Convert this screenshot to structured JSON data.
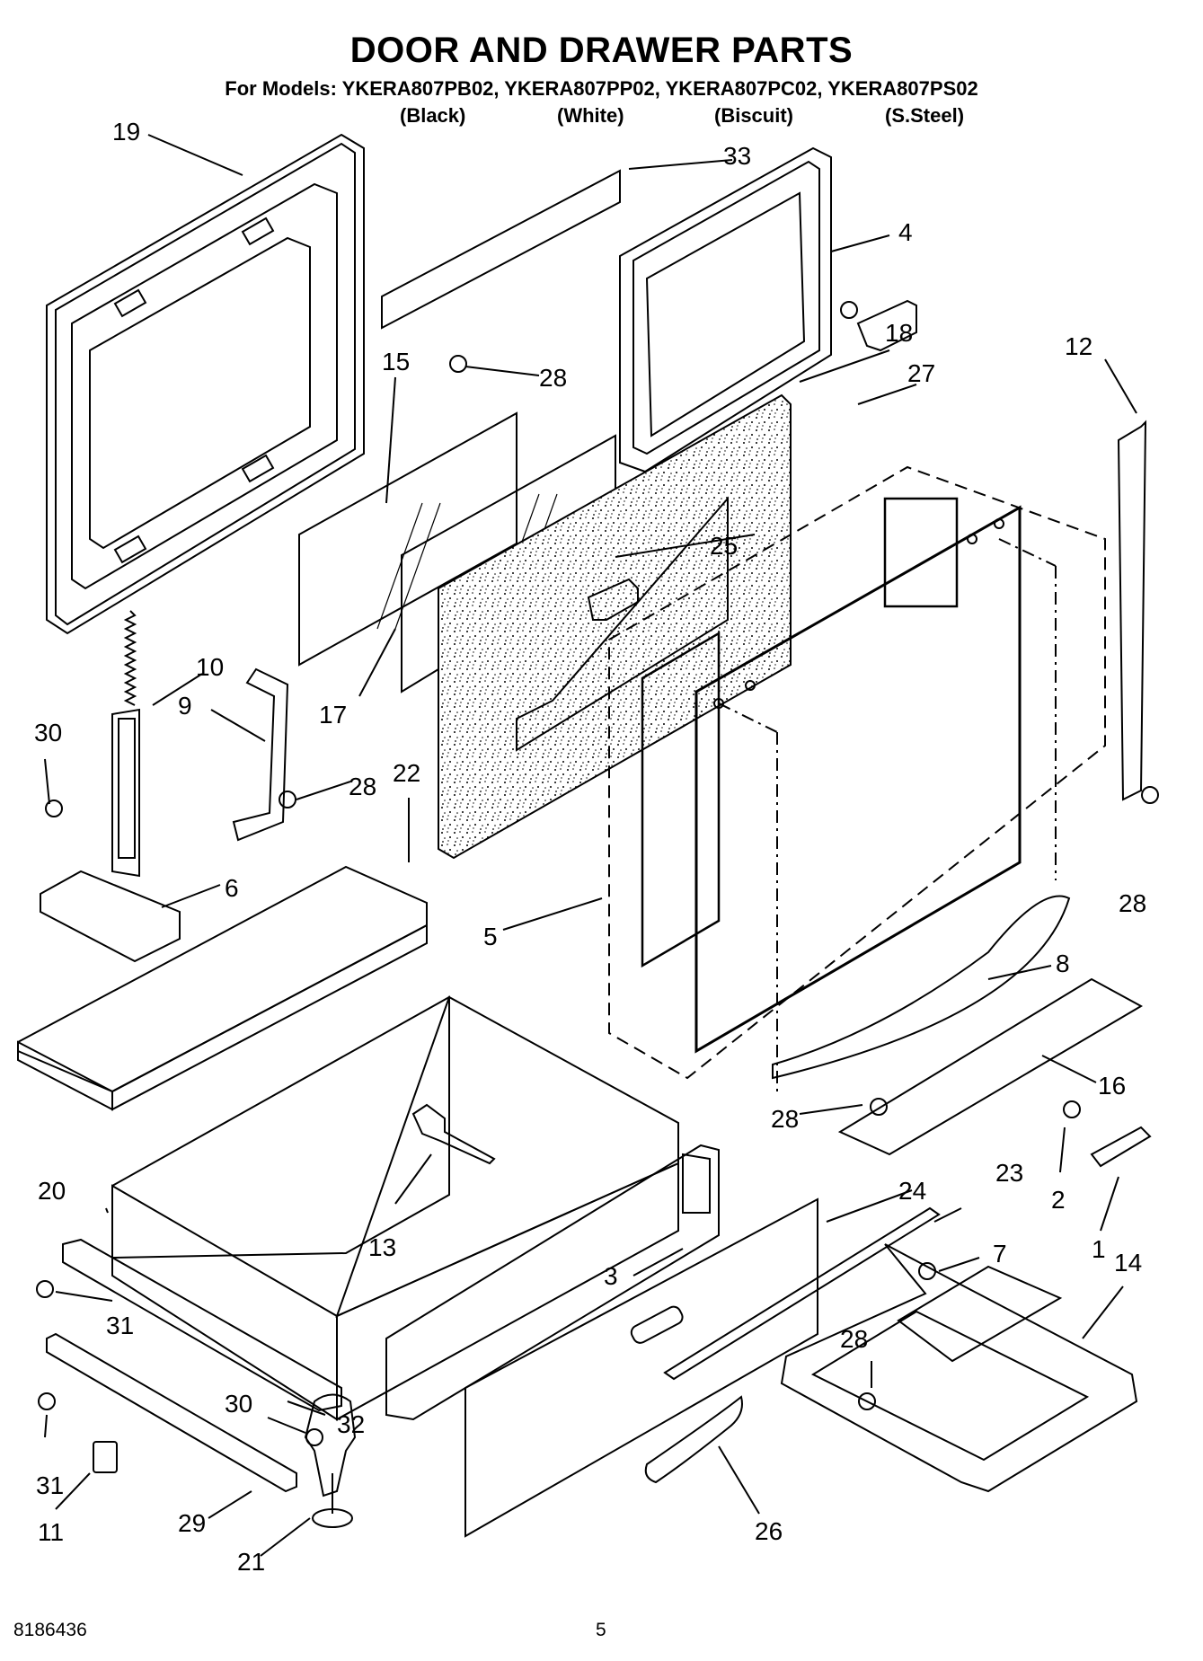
{
  "header": {
    "title": "DOOR AND DRAWER PARTS",
    "models": "For Models: YKERA807PB02, YKERA807PP02, YKERA807PC02, YKERA807PS02",
    "colors": [
      "(Black)",
      "(White)",
      "(Biscuit)",
      "(S.Steel)"
    ]
  },
  "callouts": [
    "19",
    "33",
    "4",
    "28",
    "15",
    "18",
    "27",
    "12",
    "25",
    "10",
    "9",
    "30",
    "17",
    "28",
    "22",
    "6",
    "5",
    "28",
    "8",
    "16",
    "28",
    "2",
    "1",
    "20",
    "13",
    "24",
    "23",
    "7",
    "3",
    "31",
    "14",
    "28",
    "30",
    "32",
    "31",
    "11",
    "29",
    "21",
    "26"
  ],
  "footer": {
    "doc_number": "8186436",
    "page_number": "5"
  },
  "colors_used": {
    "ink": "#000000",
    "paper": "#ffffff"
  }
}
